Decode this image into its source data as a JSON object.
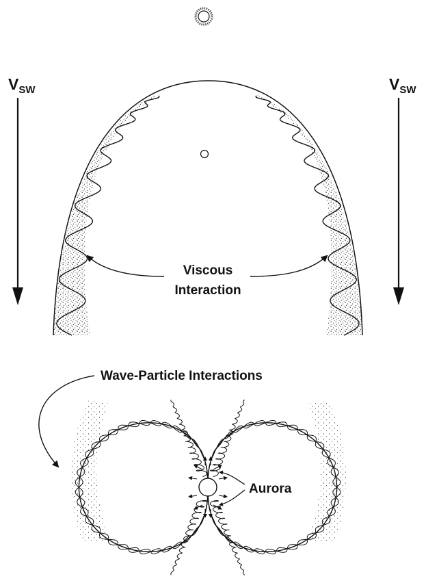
{
  "labels": {
    "vsw_left_main": "V",
    "vsw_left_sub": "SW",
    "vsw_right_main": "V",
    "vsw_right_sub": "SW",
    "viscous_line1": "Viscous",
    "viscous_line2": "Interaction",
    "wave_particle": "Wave-Particle Interactions",
    "aurora": "Aurora"
  },
  "colors": {
    "ink": "#111111",
    "stipple": "#2a2a2a",
    "background": "#ffffff"
  },
  "icons": {
    "sun": "sun-icon",
    "planet_top": "planet-icon",
    "planet_bottom": "planet-icon"
  }
}
